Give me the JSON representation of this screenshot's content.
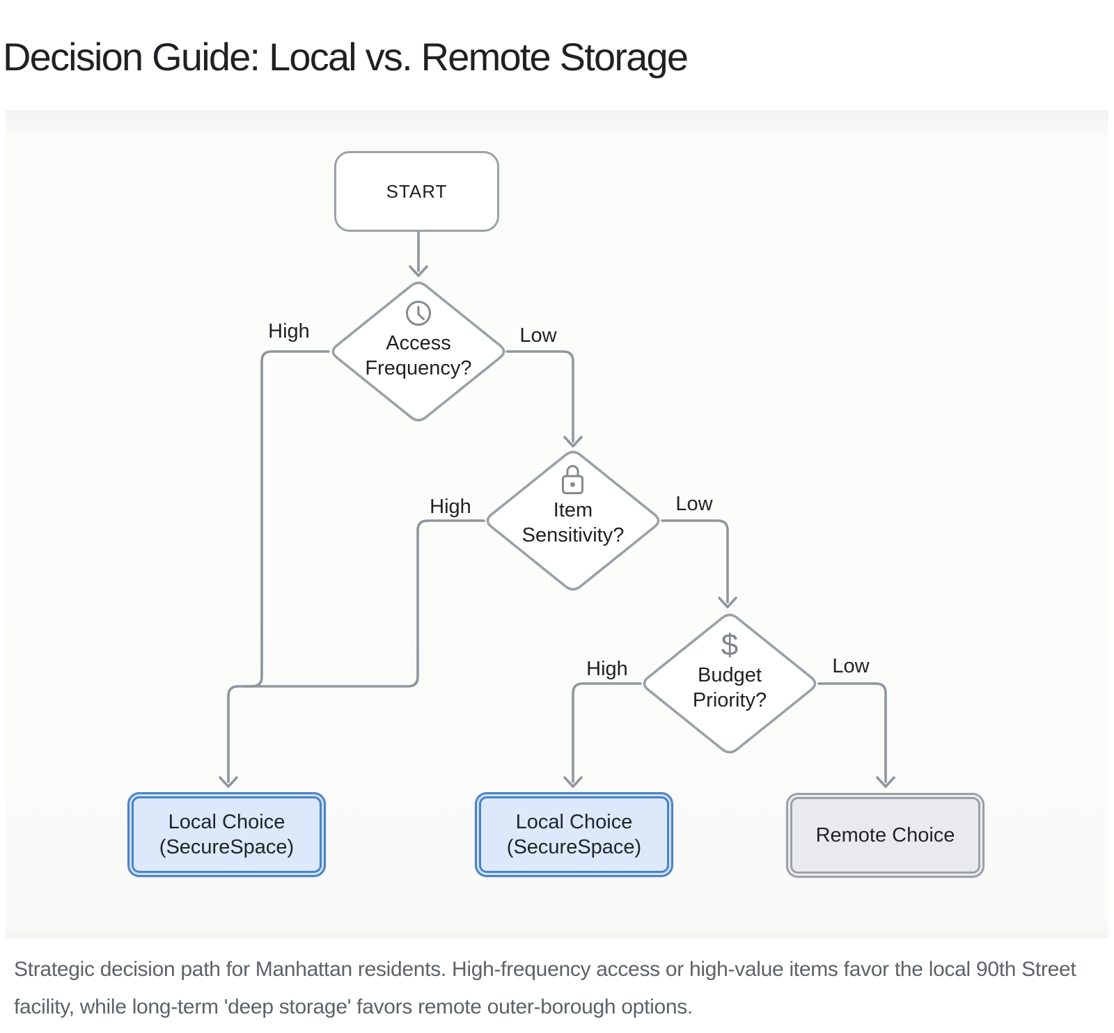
{
  "page": {
    "title": "Decision Guide: Local vs. Remote Storage",
    "caption": "Strategic decision path for Manhattan residents. High-frequency access or high-value items favor the local 90th Street facility, while long-term 'deep storage' favors remote outer-borough options."
  },
  "colors": {
    "connector_line": "#8f979d",
    "node_border": "#9aa1a7",
    "text_primary": "#202124",
    "caption_text": "#5d6267",
    "local_accent": "#4a83c9",
    "local_fill": "#dbe9fb",
    "local_gap_fill": "#cfe2f8",
    "remote_accent": "#9ba1a7",
    "remote_fill": "#e8eaed"
  },
  "flowchart": {
    "start": {
      "label": "START"
    },
    "decisions": [
      {
        "id": "access-frequency",
        "icon": "clock-icon",
        "line1": "Access",
        "line2": "Frequency?",
        "left_label": "High",
        "right_label": "Low"
      },
      {
        "id": "item-sensitivity",
        "icon": "lock-icon",
        "line1": "Item",
        "line2": "Sensitivity?",
        "left_label": "High",
        "right_label": "Low"
      },
      {
        "id": "budget-priority",
        "icon": "dollar-icon",
        "icon_glyph": "$",
        "line1": "Budget",
        "line2": "Priority?",
        "left_label": "High",
        "right_label": "Low"
      }
    ],
    "outcomes": [
      {
        "id": "local-choice-1",
        "variant": "local",
        "line1": "Local Choice",
        "line2": "(SecureSpace)"
      },
      {
        "id": "local-choice-2",
        "variant": "local",
        "line1": "Local Choice",
        "line2": "(SecureSpace)"
      },
      {
        "id": "remote-choice",
        "variant": "remote",
        "line1": "Remote Choice",
        "line2": ""
      }
    ],
    "edges": [
      {
        "from": "start",
        "to": "access-frequency",
        "label": ""
      },
      {
        "from": "access-frequency",
        "to": "local-choice-1",
        "label": "High"
      },
      {
        "from": "access-frequency",
        "to": "item-sensitivity",
        "label": "Low"
      },
      {
        "from": "item-sensitivity",
        "to": "local-choice-1",
        "label": "High"
      },
      {
        "from": "item-sensitivity",
        "to": "budget-priority",
        "label": "Low"
      },
      {
        "from": "budget-priority",
        "to": "local-choice-2",
        "label": "High"
      },
      {
        "from": "budget-priority",
        "to": "remote-choice",
        "label": "Low"
      }
    ]
  }
}
